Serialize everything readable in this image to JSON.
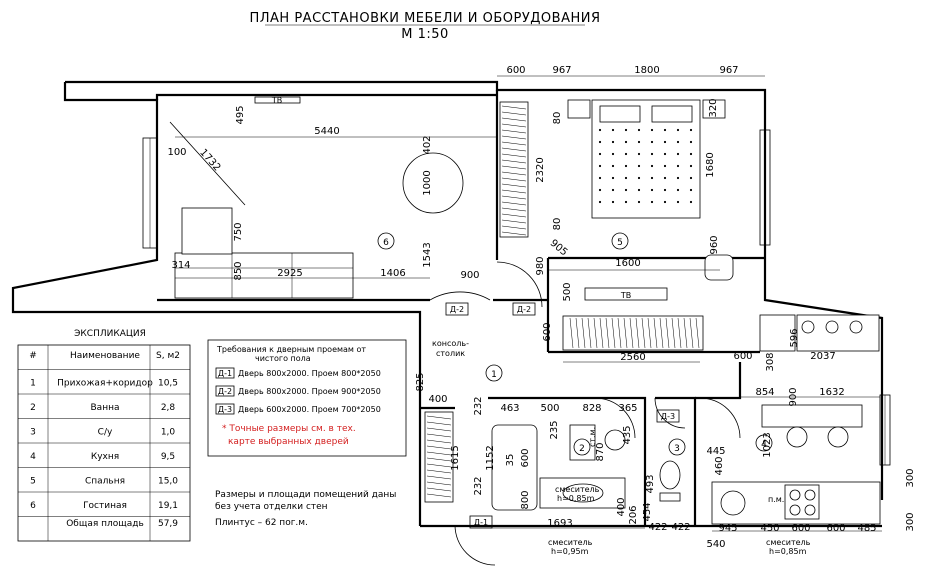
{
  "title": {
    "line1": "ПЛАН РАССТАНОВКИ МЕБЕЛИ И ОБОРУДОВАНИЯ",
    "line2": "М 1:50"
  },
  "explication": {
    "heading": "ЭКСПЛИКАЦИЯ",
    "columns": [
      "#",
      "Наименование",
      "S, м2"
    ],
    "rows": [
      {
        "num": "1",
        "name": "Прихожая+коридор",
        "area": "10,5"
      },
      {
        "num": "2",
        "name": "Ванна",
        "area": "2,8"
      },
      {
        "num": "3",
        "name": "С/у",
        "area": "1,0"
      },
      {
        "num": "4",
        "name": "Кухня",
        "area": "9,5"
      },
      {
        "num": "5",
        "name": "Спальня",
        "area": "15,0"
      },
      {
        "num": "6",
        "name": "Гостиная",
        "area": "19,1"
      }
    ],
    "total": {
      "name": "Общая площадь",
      "area": "57,9"
    }
  },
  "door_requirements": {
    "heading_1": "Требования к дверным проемам от",
    "heading_2": "чистого пола",
    "items": [
      {
        "code": "Д-1",
        "text": "Дверь 800x2000.  Проем 800*2050"
      },
      {
        "code": "Д-2",
        "text": "Дверь 800x2000.  Проем 900*2050"
      },
      {
        "code": "Д-3",
        "text": "Дверь 600x2000.  Проем 700*2050"
      }
    ],
    "note_1": "* Точные размеры см. в тех.",
    "note_2": "карте выбранных дверей"
  },
  "notes": {
    "sizes_1": "Размеры и площади помещений даны",
    "sizes_2": "без учета отделки стен",
    "plinth": "Плинтус – 62 пог.м."
  },
  "room_numbers": [
    "1",
    "2",
    "3",
    "4",
    "5",
    "6"
  ],
  "door_tags": [
    "Д-1",
    "Д-2",
    "Д-2",
    "Д-3"
  ],
  "labels": {
    "console": "консоль-",
    "console_2": "столик",
    "sm_1": "смеситель",
    "sm_1h": "h=0,85m",
    "sm_2": "смеситель",
    "sm_2h": "h=0,95m",
    "sm_3": "смеситель",
    "sm_3h": "h=0,85m",
    "st_m": "ст.м.",
    "p_m": "п.м.",
    "tv_1": "ТВ",
    "tv_2": "ТВ"
  },
  "dimensions": {
    "d600a": "600",
    "d967a": "967",
    "d1800": "1800",
    "d967b": "967",
    "d495": "495",
    "d5440": "5440",
    "d100": "100",
    "d1732": "1732",
    "d402": "402",
    "d1000": "1000",
    "d750": "750",
    "d1543": "1543",
    "d314": "314",
    "d850": "850",
    "d2925": "2925",
    "d1406": "1406",
    "d900a": "900",
    "d80a": "80",
    "d2320": "2320",
    "d80b": "80",
    "d1680": "1680",
    "d320": "320",
    "d960": "960",
    "d905": "905",
    "d980": "980",
    "d1600": "1600",
    "d500a": "500",
    "d600b": "600",
    "d2560": "2560",
    "d600c": "600",
    "d308": "308",
    "d596": "596",
    "d2037": "2037",
    "d825": "825",
    "d400a": "400",
    "d232a": "232",
    "d463": "463",
    "d500b": "500",
    "d828": "828",
    "d365": "365",
    "d1615": "1615",
    "d232b": "232",
    "d1152": "1152",
    "d35": "35",
    "d600d": "600",
    "d235": "235",
    "d870": "870",
    "d435": "435",
    "d800": "800",
    "d400b": "400",
    "d493": "493",
    "d206": "206",
    "d454": "454",
    "d1693": "1693",
    "d422a": "422",
    "d422b": "422",
    "d854": "854",
    "d900b": "900",
    "d1632": "1632",
    "d445": "445",
    "d1023": "1023",
    "d460": "460",
    "d945": "945",
    "d450": "450",
    "d600e": "600",
    "d600f": "600",
    "d485": "485",
    "d540": "540",
    "d300a": "300",
    "d300b": "300"
  }
}
